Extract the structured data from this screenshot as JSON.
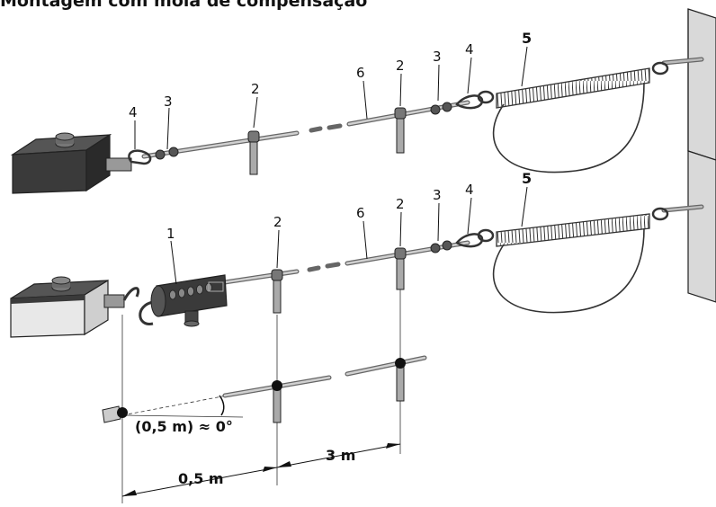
{
  "title": "Montagem com mola de compensação",
  "top_assembly": {
    "labels": {
      "l4a": "4",
      "l3a": "3",
      "l2a": "2",
      "l6": "6",
      "l2b": "2",
      "l3b": "3",
      "l4b": "4",
      "l5": "5"
    }
  },
  "bottom_assembly": {
    "labels": {
      "l1": "1",
      "l2a": "2",
      "l6": "6",
      "l2b": "2",
      "l3": "3",
      "l4": "4",
      "l5": "5"
    }
  },
  "dimensions": {
    "angle": "(0,5 m) ≈ 0°",
    "dist_short": "0,5 m",
    "dist_long": "3 m"
  },
  "colors": {
    "housing": "#3a3a3a",
    "housing_light": "#e8e8e8",
    "wall": "#d9d9d9",
    "rope": "#888888",
    "outline": "#222222"
  }
}
